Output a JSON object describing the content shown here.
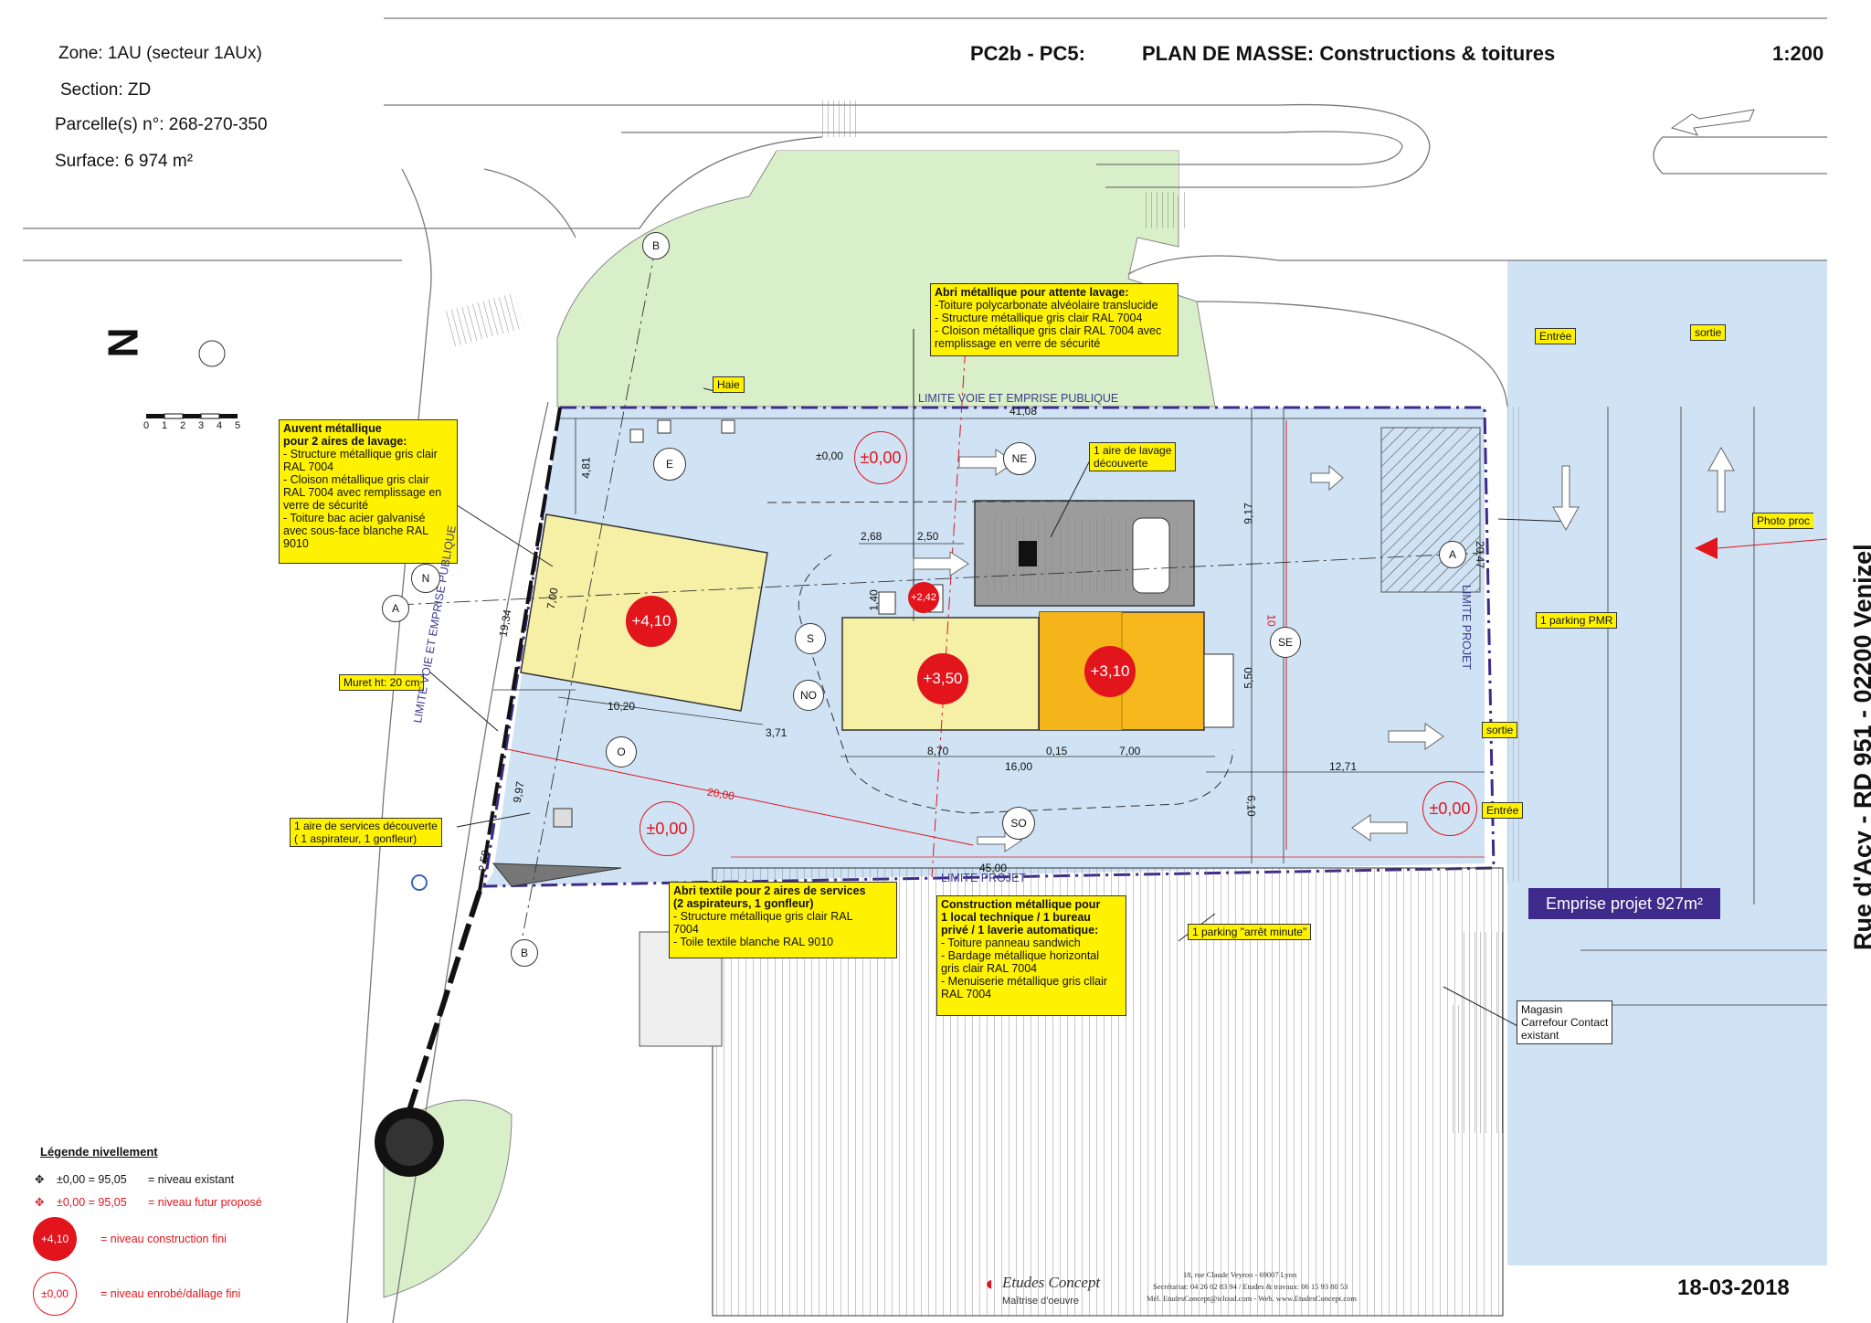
{
  "header": {
    "zone": "Zone: 1AU (secteur 1AUx)",
    "section": "Section: ZD",
    "parcelles": "Parcelle(s) n°: 268-270-350",
    "surface": "Surface: 6 974 m²",
    "ref": "PC2b - PC5:",
    "title": "PLAN DE MASSE: Constructions & toitures",
    "scale": "1:200"
  },
  "north_label": "N",
  "scale_bar": [
    "0",
    "1",
    "2",
    "3",
    "4",
    "5"
  ],
  "callouts": {
    "auvent": {
      "title": "Auvent métallique\npour 2 aires de lavage:",
      "lines": "- Structure métallique gris clair\nRAL 7004\n- Cloison métallique gris clair\nRAL 7004 avec remplissage en\nverre de sécurité\n- Toiture bac acier galvanisé\navec sous-face blanche RAL\n9010"
    },
    "abri_attente": {
      "title": "Abri métallique pour attente lavage:",
      "lines": "-Toiture polycarbonate alvéolaire translucide\n- Structure métallique gris clair RAL 7004\n- Cloison métallique gris clair RAL 7004 avec\nremplissage en verre de sécurité"
    },
    "abri_textile": {
      "title": "Abri textile pour 2 aires de services\n(2 aspirateurs, 1 gonfleur)",
      "lines": "- Structure métallique gris clair RAL\n7004\n- Toile textile blanche RAL 9010"
    },
    "construction": {
      "title": "Construction métallique pour\n1 local technique / 1 bureau\nprivé / 1 laverie automatique:",
      "lines": "- Toiture panneau sandwich\n- Bardage métallique horizontal\ngris clair RAL 7004\n- Menuiserie métallique gris cllair\nRAL 7004"
    }
  },
  "labels": {
    "haie": "Haie",
    "aire_lavage": "1 aire de lavage\ndécouverte",
    "muret": "Muret ht: 20 cm",
    "aire_services": "1 aire de services découverte\n( 1 aspirateur, 1 gonfleur)",
    "parking_pmr": "1 parking PMR",
    "parking_minute": "1 parking \"arrêt minute\"",
    "photo": "Photo proc",
    "entree_top": "Entrée",
    "sortie_top": "sortie",
    "sortie_right": "sortie",
    "entree_right": "Entrée",
    "magasin": "Magasin\nCarrefour Contact\nexistant",
    "limite_voie_top": "LIMITE VOIE ET EMPRISE PUBLIQUE",
    "limite_voie_left": "LIMITE VOIE ET EMPRISE PUBLIQUE",
    "limite_projet_bottom": "LIMITE PROJET",
    "limite_projet_right": "LIMITE PROJET"
  },
  "dimensions": {
    "d4108": "41,08",
    "d481": "4,81",
    "d1934": "19,34",
    "d700a": "7,00",
    "d1020": "10,20",
    "d371": "3,71",
    "d997": "9,97",
    "d250": "2,50",
    "d268": "2,68",
    "d250b": "2,50",
    "d140": "1,40",
    "d870": "8,70",
    "d015": "0,15",
    "d700b": "7,00",
    "d1600": "16,00",
    "d1271": "12,71",
    "d917": "9,17",
    "d550": "5,50",
    "d610": "6,10",
    "d2047": "20,47",
    "d2000": "20,00",
    "d4500": "45,00",
    "d10": "10",
    "d000": "±0,00"
  },
  "levels": {
    "canopy": "+4,10",
    "abri": "+3,50",
    "construction": "+3,10",
    "small": "+2,42",
    "ground_top": "±0,00",
    "ground_left": "±0,00",
    "ground_right": "±0,00"
  },
  "compass": {
    "N": "N",
    "E": "E",
    "NE": "NE",
    "S": "S",
    "NO": "NO",
    "O": "O",
    "SO": "SO",
    "SE": "SE",
    "A": "A",
    "B": "B"
  },
  "emprise": "Emprise projet  927m²",
  "address": "Rue d'Acy -   RD 951 - 02200 Venizel",
  "date": "18-03-2018",
  "legend": {
    "title": "Légende nivellement",
    "items": [
      {
        "key": "±0,00 = 95,05",
        "desc": "= niveau existant",
        "color": "#111111"
      },
      {
        "key": "±0,00 = 95,05",
        "desc": "= niveau futur proposé",
        "color": "#e2141c"
      },
      {
        "key": "+4,10",
        "desc": "= niveau construction fini",
        "color": "#e2141c"
      },
      {
        "key": "±0,00",
        "desc": "= niveau enrobé/dallage fini",
        "color": "#e2141c"
      }
    ]
  },
  "footer": {
    "company": "Etudes Concept",
    "sub": "Maîtrise d'oeuvre",
    "addr1": "18, rue Claude Veyron - 69007 Lyon",
    "addr2": "Secrétariat: 04 26 02 83 94 / Etudes & travaux: 06 15 93 80 53",
    "addr3": "Mél. EtudesConcept@icloud.com - Web. www.EtudesConcept.com"
  },
  "colors": {
    "project": "#cfe3f5",
    "green": "#d9efc9",
    "canopy": "#f6f0a6",
    "construction": "#f7b81d",
    "construction_dark": "#f4c92b",
    "level_red": "#e2141c",
    "boundary": "#3e2a8a",
    "callout": "#fff200"
  }
}
